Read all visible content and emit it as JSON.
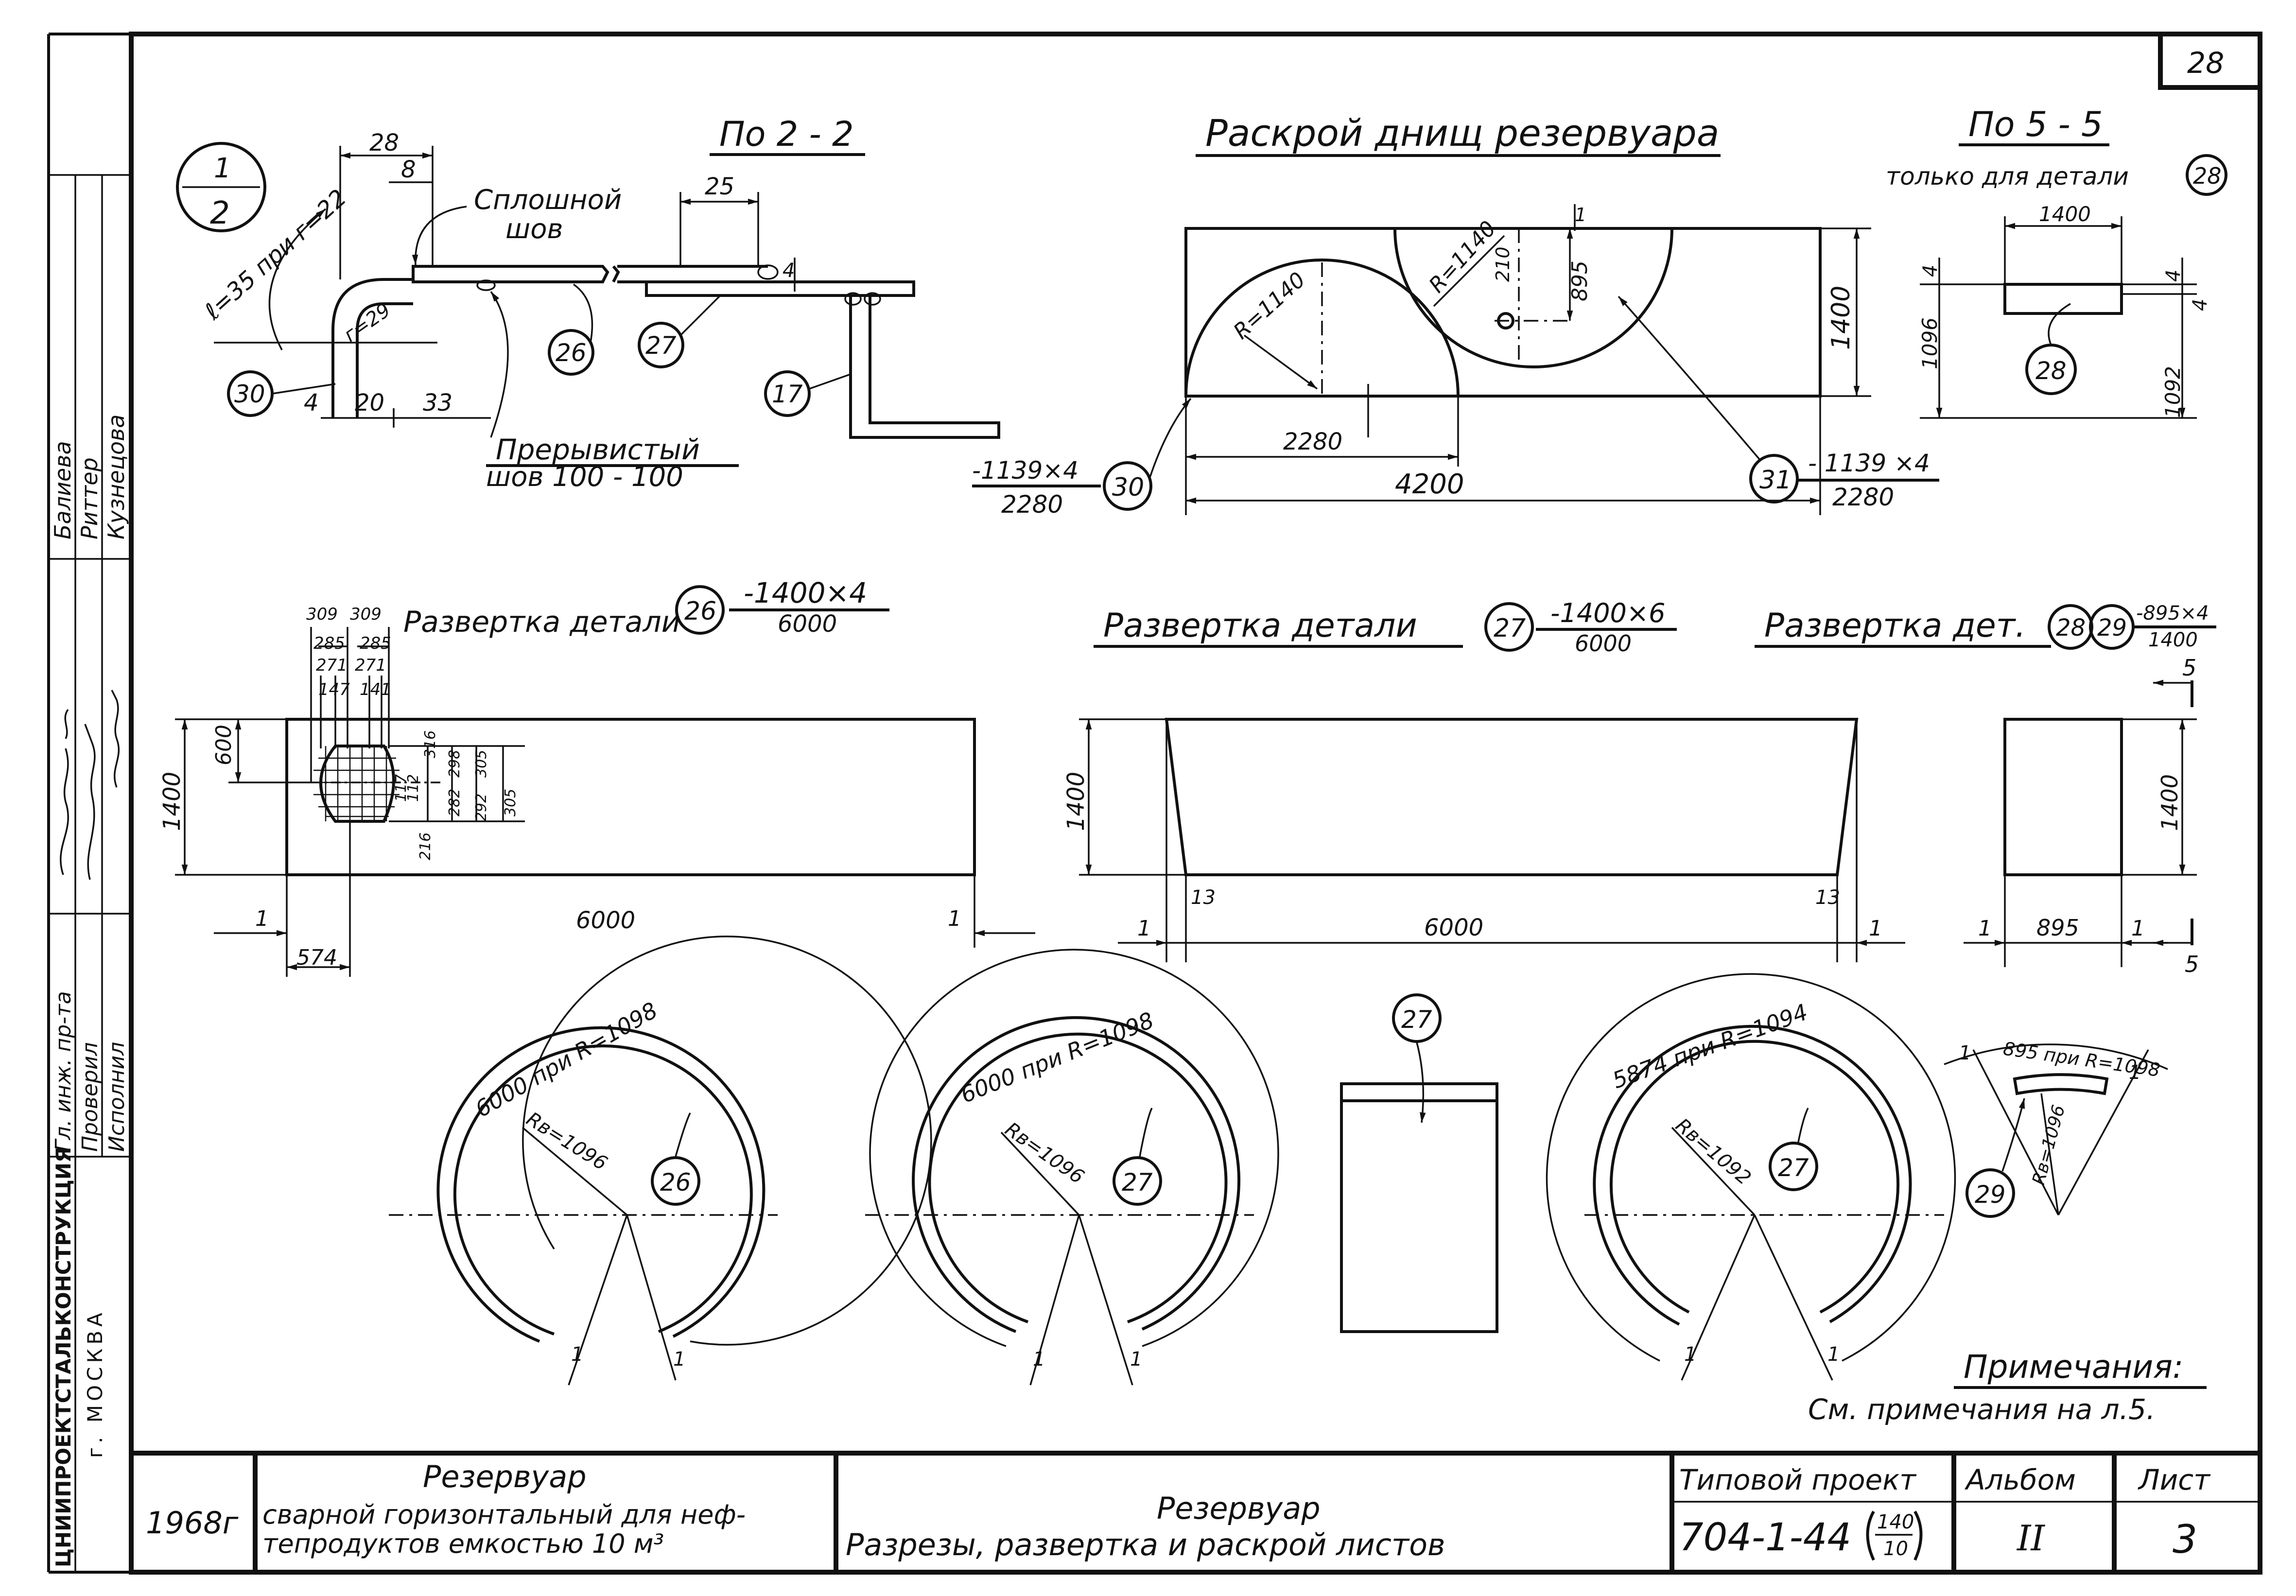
{
  "sheet_corner_number": "28",
  "stamps_left": {
    "names": [
      "Балиева",
      "Риттер",
      "Кузнецова"
    ],
    "roles": [
      "Гл. инж. пр-та",
      "Проверил",
      "Исполнил"
    ],
    "organization": [
      "ЦНИИПРОЕКТСТАЛЬКОНСТРУКЦИЯ",
      "г. МОСКВА"
    ]
  },
  "section_2_2": {
    "title": "По 2 - 2",
    "callout_top": "1",
    "callout_bottom": "2",
    "dim_28": "28",
    "dim_8": "8",
    "dim_25": "25",
    "dim_4": "4",
    "dim_20": "20",
    "dim_33": "33",
    "dim_l4": "4",
    "radius_outer": "ℓ=35 при г=22",
    "radius_inner": "г=29",
    "weld_solid": [
      "Сплошной",
      "шов"
    ],
    "weld_intermittent": [
      "Прерывистый",
      "шов 100 - 100"
    ],
    "parts": [
      "30",
      "26",
      "27",
      "17"
    ]
  },
  "cutting": {
    "title": "Раскрой днищ резервуара",
    "r_left": "R=1140",
    "r_right": "R=1140",
    "dim_210": "210",
    "dim_895": "895",
    "dim_1": "1",
    "dim_1400": "1400",
    "dim_2280": "2280",
    "dim_4200": "4200",
    "part_30": "30",
    "part_31": "31",
    "spec_30_top": "-1139×4",
    "spec_30_bottom": "2280",
    "spec_31_top": "- 1139 ×4",
    "spec_31_bottom": "2280"
  },
  "section_5_5": {
    "title": "По 5 - 5",
    "subtitle": "только для детали",
    "part_ref": "28",
    "part": "28",
    "dim_1400": "1400",
    "dim_4a": "4",
    "dim_4b": "4",
    "dim_4c": "4",
    "dim_1096": "1096",
    "dim_1092": "1092"
  },
  "dev_26": {
    "title": "Развертка детали",
    "part": "26",
    "spec_top": "-1400×4",
    "spec_bottom": "6000",
    "dims_top": [
      "309",
      "309",
      "285",
      "285",
      "271",
      "271",
      "147",
      "141"
    ],
    "dims_right": [
      "316",
      "298",
      "305",
      "305",
      "282",
      "292",
      "117",
      "112",
      "216"
    ],
    "dim_600": "600",
    "dim_1400": "1400",
    "dim_6000": "6000",
    "dim_574": "574",
    "dim_1a": "1",
    "dim_1b": "1"
  },
  "dev_27": {
    "title": "Развертка детали",
    "part": "27",
    "spec_top": "-1400×6",
    "spec_bottom": "6000",
    "dim_1400": "1400",
    "dim_13a": "13",
    "dim_13b": "13",
    "dim_6000": "6000",
    "dim_1a": "1",
    "dim_1b": "1"
  },
  "dev_28": {
    "title": "Развертка дет.",
    "parts": [
      "28",
      "29"
    ],
    "spec_top": "-895×4",
    "spec_bottom": "1400",
    "dim_1400": "1400",
    "dim_895": "895",
    "dim_1a": "1",
    "dim_1b": "1",
    "section_mark": "5"
  },
  "circles": {
    "c1_arc": "6000 при R=1098",
    "c1_r": "Rв=1096",
    "c1_part": "26",
    "c2_arc": "6000 при R=1098",
    "c2_r": "Rв=1096",
    "c2_part": "27",
    "rect_part": "27",
    "c3_arc": "5874 при R=1094",
    "c3_r": "Rв=1092",
    "c3_part": "27",
    "c4_arc": "895 при R=1098",
    "c4_r": "Rв=1096",
    "c4_part": "29",
    "gap_mark": "1"
  },
  "notes": {
    "title": "Примечания:",
    "text": "См. примечания на л.5."
  },
  "title_block": {
    "year": "1968г",
    "object_title": "Резервуар",
    "object_desc_1": "сварной горизонтальный для неф-",
    "object_desc_2": "тепродуктов емкостью 10 м³",
    "sheet_title": "Резервуар",
    "sheet_desc": "Разрезы, развертка и раскрой листов",
    "project_label": "Типовой проект",
    "project_number": "704-1-44",
    "project_frac_top": "140",
    "project_frac_bottom": "10",
    "album_label": "Альбом",
    "album_value": "II",
    "sheet_label": "Лист",
    "sheet_value": "3"
  }
}
